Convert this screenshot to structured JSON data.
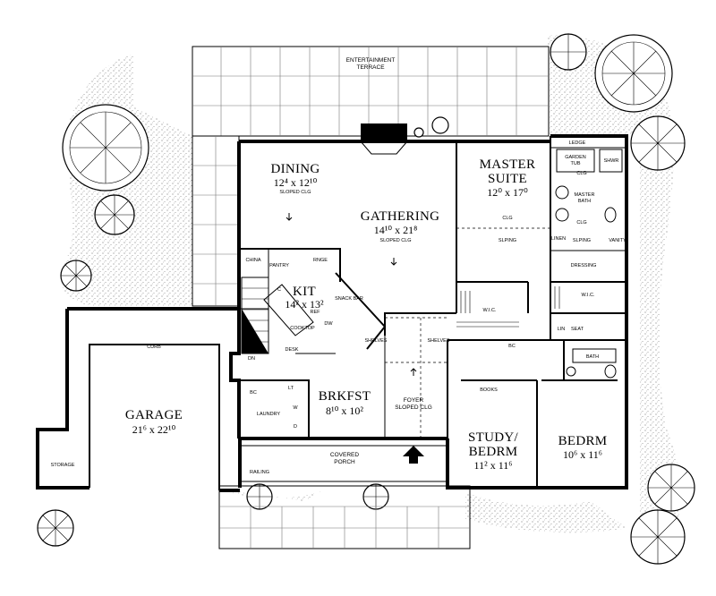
{
  "rooms": {
    "terrace_line1": "ENTERTAINMENT",
    "terrace_line2": "TERRACE",
    "dining_name": "DINING",
    "dining_dim": "12⁴ x 12¹⁰",
    "dining_note": "SLOPED CLG",
    "gathering_name": "GATHERING",
    "gathering_dim": "14¹⁰ x 21⁸",
    "gathering_note": "SLOPED CLG",
    "master_name1": "MASTER",
    "master_name2": "SUITE",
    "master_dim": "12⁰ x 17⁰",
    "kit_name": "KIT",
    "kit_dim": "14² x 13²",
    "brkfst_name": "BRKFST",
    "brkfst_dim": "8¹⁰ x 10²",
    "garage_name": "GARAGE",
    "garage_dim": "21⁶ x 22¹⁰",
    "study_name1": "STUDY/",
    "study_name2": "BEDRM",
    "study_dim": "11² x 11⁶",
    "bedrm_name": "BEDRM",
    "bedrm_dim": "10⁶ x 11⁶",
    "foyer_name": "FOYER",
    "foyer_note": "SLOPED CLG",
    "porch_line1": "COVERED",
    "porch_line2": "PORCH"
  },
  "small_labels": {
    "ledge": "LEDGE",
    "garden_tub1": "GARDEN",
    "garden_tub2": "TUB",
    "shwr": "SHWR",
    "clg": "CLG",
    "master_bath1": "MASTER",
    "master_bath2": "BATH",
    "linen": "LINEN",
    "slping1": "SLPING",
    "slping2": "SLPING",
    "clg2": "CLG",
    "clg3": "CLG",
    "vanity": "VANITY",
    "dressing": "DRESSING",
    "wic1": "W.I.C.",
    "wic2": "W.I.C.",
    "china": "CHINA",
    "pantry": "PANTRY",
    "range": "RNGE",
    "snack_bar": "SNACK BAR",
    "ref": "REF",
    "dw": "DW",
    "cooktop": "COOKTOP",
    "desk": "DESK",
    "dn": "DN",
    "shelves1": "SHELVES",
    "shelves2": "SHELVES",
    "bc1": "BC",
    "bc2": "BC",
    "lin": "LIN",
    "seat": "SEAT",
    "bath": "BATH",
    "books": "BOOKS",
    "laundry": "LAUNDRY",
    "lt": "LT",
    "w": "W",
    "d": "D",
    "curb": "CURB",
    "storage": "STORAGE",
    "railing": "RAILING",
    "c": "C"
  }
}
